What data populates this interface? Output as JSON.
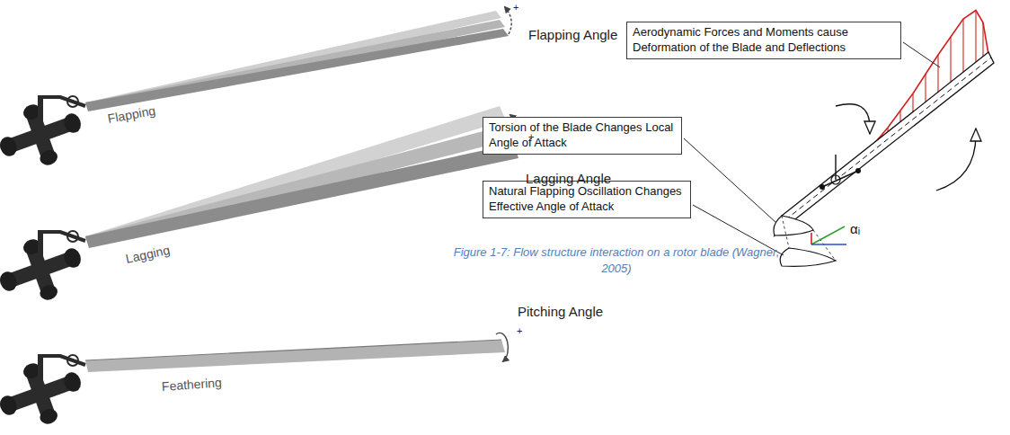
{
  "diagram": {
    "caption": "Figure 1-7: Flow structure interaction on a rotor blade (Wagner, 2005)",
    "nodes": [
      {
        "text": [
          "Aerodynamic Forces and Moments cause Deformation of the Blade and Deflections"
        ]
      },
      {
        "text": [
          "Torsion of the Blade Changes Local Angle of Attack"
        ]
      },
      {
        "text": [
          "Natural Flapping Oscillation Changes Effective Angle of Attack"
        ]
      }
    ],
    "labels": [
      "Flapping Angle",
      "Flapping",
      "+",
      "Lagging Angle",
      "Lagging",
      "+",
      "Pitching Angle",
      "Feathering",
      "+",
      "αᵢ"
    ]
  }
}
